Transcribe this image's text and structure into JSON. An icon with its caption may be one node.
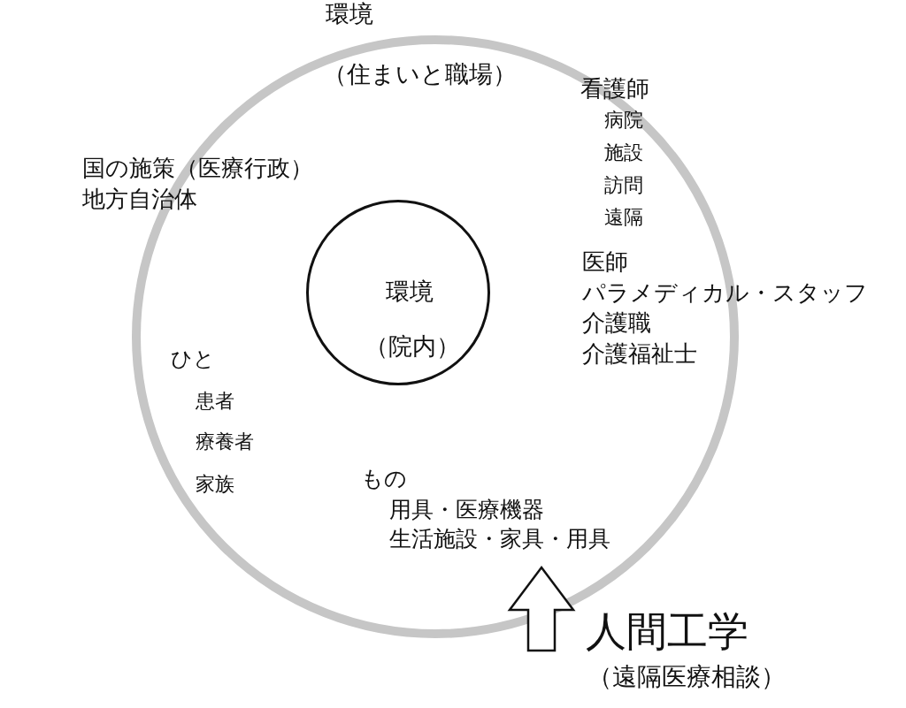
{
  "diagram": {
    "nodes": [
      {
        "text": [
          "環境",
          "（住まいと職場）"
        ]
      },
      {
        "text": [
          "環境",
          "（院内）"
        ],
        "in": 0
      },
      {
        "text": [
          "人間工学",
          "（遠隔医療相談）"
        ]
      },
      {
        "text": [
          "もの",
          "用具・医療機器",
          "生活施設・家具・用具"
        ],
        "in": 0
      }
    ],
    "edges": [
      {
        "from": 2,
        "to": 3,
        "arrow": "to"
      }
    ],
    "labels": [
      "看護師",
      "病院",
      "施設",
      "訪問",
      "遠隔",
      "国の施策（医療行政）",
      "地方自治体",
      "医師",
      "パラメディカル・スタッフ",
      "介護職",
      "介護福祉士",
      "ひと",
      "患者",
      "療養者",
      "家族"
    ]
  }
}
